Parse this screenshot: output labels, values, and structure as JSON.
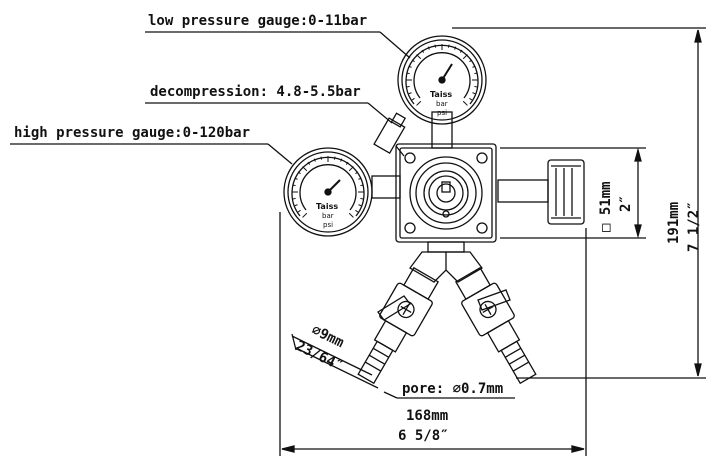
{
  "annotations": {
    "low_gauge": "low pressure gauge:0-11bar",
    "decompression": "decompression: 4.8-5.5bar",
    "high_gauge": "high pressure gauge:0-120bar",
    "pore": "pore: ∅0.7mm"
  },
  "dimensions": {
    "width_mm": "168mm",
    "width_in": "6 5/8″",
    "height_mm": "191mm",
    "height_in": "7 1/2″",
    "body_mm": "□ 51mm",
    "body_in": "2″",
    "hose_mm": "∅9mm",
    "hose_in": "23/64″"
  },
  "gauges": {
    "low": {
      "brand": "Taiss",
      "unit1": "bar",
      "unit2": "psi"
    },
    "high": {
      "brand": "Taiss",
      "unit1": "bar",
      "unit2": "psi"
    }
  },
  "colors": {
    "line": "#111111",
    "background": "#ffffff"
  }
}
